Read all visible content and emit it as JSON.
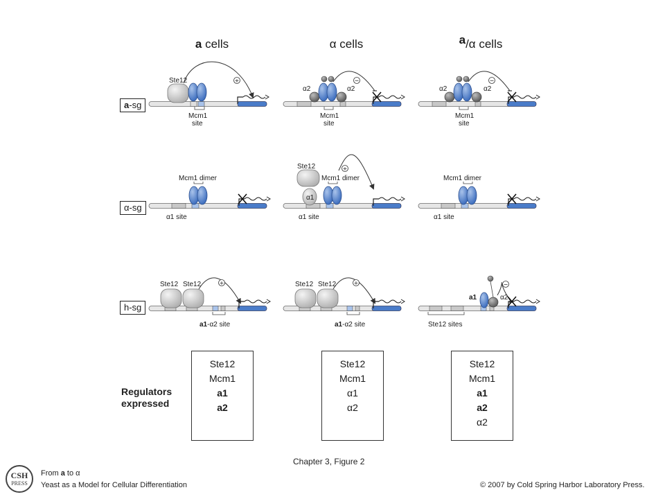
{
  "columns": {
    "a_cells": {
      "bold": "a",
      "rest": " cells"
    },
    "alpha_cells": {
      "text": "α cells"
    },
    "aalpha_cells": {
      "bold": "a",
      "rest": "/α cells"
    }
  },
  "rows": {
    "asg": {
      "bold": "a",
      "rest": "-sg"
    },
    "alphasg": {
      "text": "α-sg"
    },
    "hsg": {
      "text": "h-sg"
    }
  },
  "labels": {
    "ste12": "Ste12",
    "mcm1": "Mcm1",
    "site": "site",
    "alpha2": "α2",
    "alpha1": "α1",
    "a1": "a1",
    "mcm1_dimer": "Mcm1 dimer",
    "alpha1_site": "α1 site",
    "a1_alpha2_site_bold": "a1",
    "a1_alpha2_site_rest": "-α2 site",
    "ste12_sites": "Ste12 sites",
    "plus": "+",
    "minus": "−"
  },
  "regulators": {
    "heading_line1": "Regulators",
    "heading_line2": "expressed",
    "col1": [
      "Ste12",
      "Mcm1",
      "a1",
      "a2"
    ],
    "col2": [
      "Ste12",
      "Mcm1",
      "α1",
      "α2"
    ],
    "col3": [
      "Ste12",
      "Mcm1",
      "a1",
      "a2",
      "α2"
    ]
  },
  "footer": {
    "figure": "Chapter 3, Figure 2",
    "from_prefix": "From ",
    "from_bold": "a",
    "from_suffix": " to α",
    "book": "Yeast as a Model for Cellular Differentiation",
    "copyright": "© 2007 by Cold Spring Harbor Laboratory Press.",
    "logo_line1": "CSH",
    "logo_line2": "PRESS"
  },
  "colors": {
    "blue": "#4a7cc9",
    "blue_light": "#a9c3ea",
    "gray_ste12": "#c8c8c8",
    "gray_alpha2": "#7a7a7a",
    "dna": "#e6e6e6",
    "dna_stroke": "#6a6a6a"
  }
}
